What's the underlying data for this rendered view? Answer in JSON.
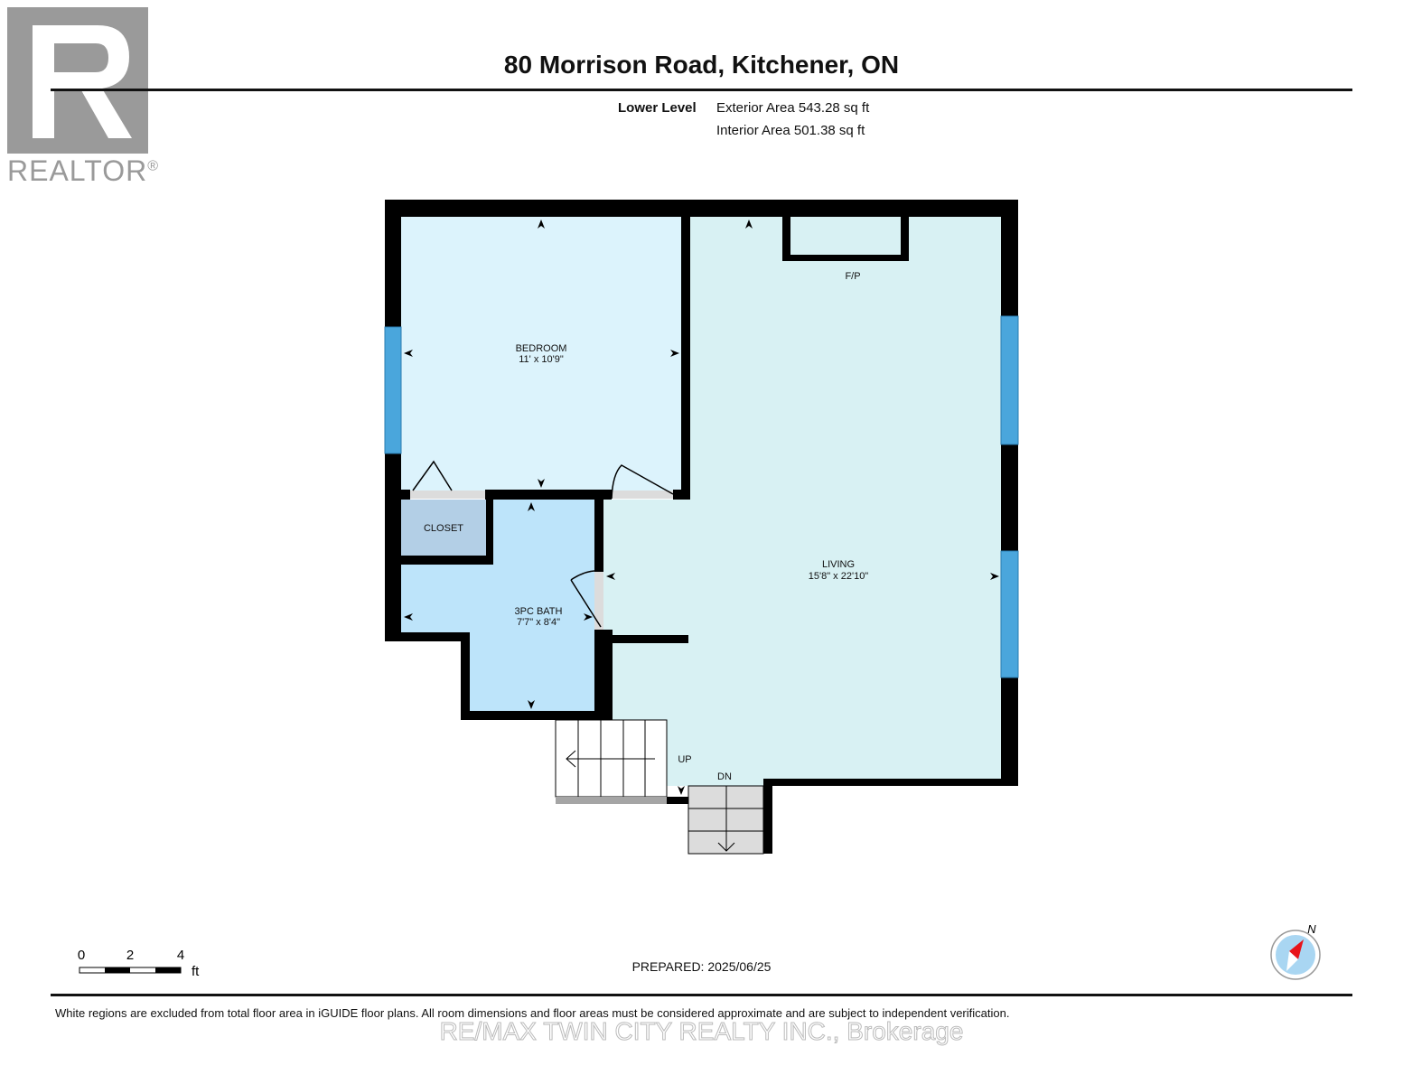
{
  "title": "80 Morrison Road, Kitchener, ON",
  "logo": {
    "text": "REALTOR",
    "mark": "®"
  },
  "level": {
    "name": "Lower Level",
    "exterior_area": "Exterior Area 543.28 sq ft",
    "interior_area": "Interior Area 501.38 sq ft"
  },
  "rooms": [
    {
      "name": "BEDROOM",
      "dims": "11' x 10'9\""
    },
    {
      "name": "LIVING",
      "dims": "15'8\" x 22'10\""
    },
    {
      "name": "3PC BATH",
      "dims": "7'7\" x 8'4\""
    },
    {
      "name": "CLOSET"
    }
  ],
  "labels": {
    "fireplace": "F/P",
    "up": "UP",
    "down": "DN",
    "compass_n": "N"
  },
  "scale": {
    "ticks": [
      "0",
      "2",
      "4"
    ],
    "unit": "ft"
  },
  "prepared": "PREPARED: 2025/06/25",
  "disclaimer": "White regions are excluded from total floor area in iGUIDE floor plans. All room dimensions and floor areas must be considered approximate and are subject to independent verification.",
  "watermark": "RE/MAX TWIN CITY REALTY INC., Brokerage",
  "colors": {
    "bedroom": "#dcf3fc",
    "living": "#d8f1f3",
    "bath": "#bde4fa",
    "closet": "#b3cfe6",
    "window": "#4aa6dc",
    "wall": "#000000"
  }
}
